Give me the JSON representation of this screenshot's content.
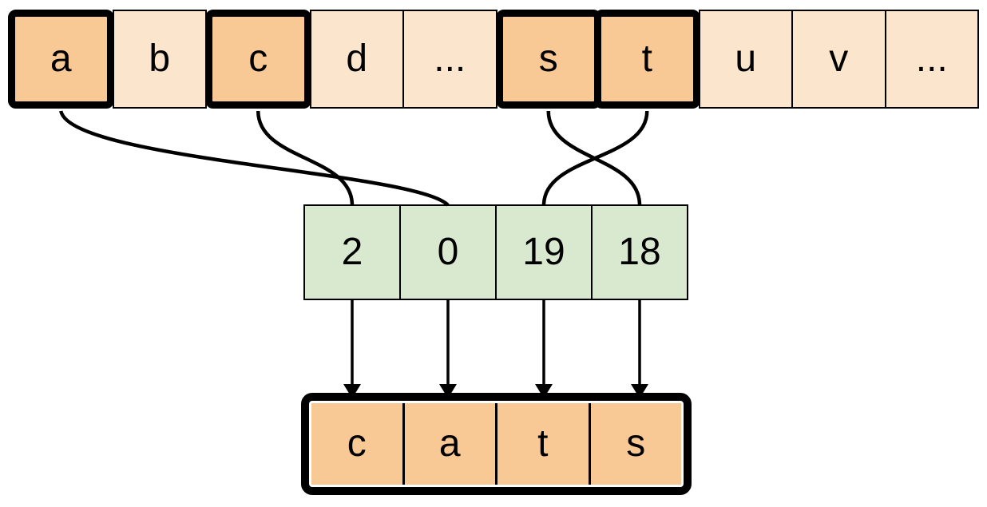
{
  "diagram": {
    "description": "Mapping of alphabet characters to integer indices producing the word cats",
    "alphabet_array": {
      "cells": [
        {
          "label": "a",
          "highlighted": true
        },
        {
          "label": "b",
          "highlighted": false
        },
        {
          "label": "c",
          "highlighted": true
        },
        {
          "label": "d",
          "highlighted": false
        },
        {
          "label": "...",
          "highlighted": false
        },
        {
          "label": "s",
          "highlighted": true
        },
        {
          "label": "t",
          "highlighted": true
        },
        {
          "label": "u",
          "highlighted": false
        },
        {
          "label": "v",
          "highlighted": false
        },
        {
          "label": "...",
          "highlighted": false
        }
      ]
    },
    "index_array": {
      "cells": [
        "2",
        "0",
        "19",
        "18"
      ]
    },
    "output_array": {
      "cells": [
        "c",
        "a",
        "t",
        "s"
      ]
    },
    "connections": [
      {
        "from_label": "a",
        "from_cell": 0,
        "to_cell": 1
      },
      {
        "from_label": "c",
        "from_cell": 2,
        "to_cell": 0
      },
      {
        "from_label": "s",
        "from_cell": 5,
        "to_cell": 3
      },
      {
        "from_label": "t",
        "from_cell": 6,
        "to_cell": 2
      }
    ],
    "arrows": [
      {
        "from_index_cell": 0,
        "to_output_cell": 0
      },
      {
        "from_index_cell": 1,
        "to_output_cell": 1
      },
      {
        "from_index_cell": 2,
        "to_output_cell": 2
      },
      {
        "from_index_cell": 3,
        "to_output_cell": 3
      }
    ],
    "colors": {
      "background": "#ffffff",
      "cell_light": "#FBE6CD",
      "cell_highlight": "#F8C994",
      "index_fill": "#D8E9D0",
      "stroke": "#000000"
    }
  }
}
